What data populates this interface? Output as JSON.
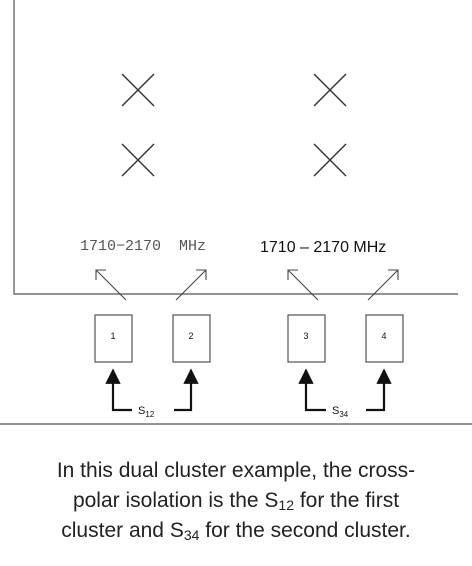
{
  "cluster1": {
    "band": "1710−2170  MHz"
  },
  "cluster2": {
    "band": "1710 – 2170 MHz"
  },
  "ports": [
    "1",
    "2",
    "3",
    "4"
  ],
  "s_labels": [
    {
      "base": "S",
      "sub": "12"
    },
    {
      "base": "S",
      "sub": "34"
    }
  ],
  "caption": {
    "part1": "In this dual cluster example, the cross-polar isolation is the ",
    "s1_base": "S",
    "s1_sub": "12",
    "part2": " for the first cluster and ",
    "s2_base": "S",
    "s2_sub": "34",
    "part3": " for the second cluster."
  },
  "colors": {
    "line": "#444444",
    "text": "#222222",
    "divider": "#555555"
  }
}
